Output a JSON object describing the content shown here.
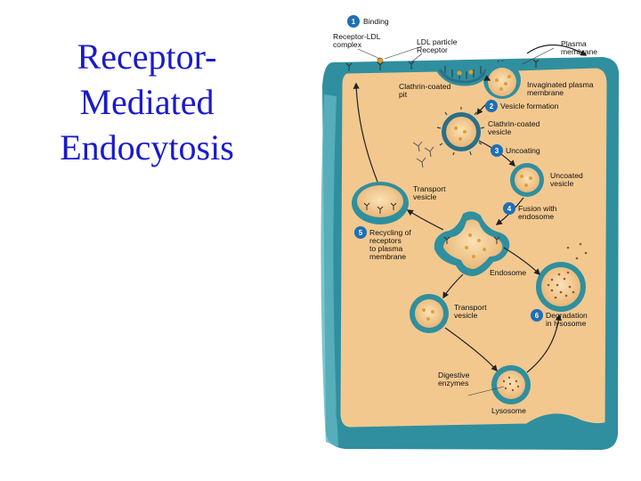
{
  "title": {
    "line1": "Receptor-",
    "line2": "Mediated",
    "line3": "Endocytosis"
  },
  "colors": {
    "title_text": "#1a1acc",
    "membrane_teal": "#2f8f9e",
    "cytoplasm": "#f2c88f",
    "step_badge": "#1f6fb5",
    "ldl_particle": "#d9a23a",
    "lysosome_dots": "#a0522d"
  },
  "steps": [
    {
      "num": "1",
      "label": "Binding"
    },
    {
      "num": "2",
      "label": "Vesicle formation"
    },
    {
      "num": "3",
      "label": "Uncoating"
    },
    {
      "num": "4",
      "label": "Fusion with",
      "label2": "endosome"
    },
    {
      "num": "5",
      "label": "Recycling of",
      "label2": "receptors",
      "label3": "to plasma",
      "label4": "membrane"
    },
    {
      "num": "6",
      "label": "Degradation",
      "label2": "in lysosome"
    }
  ],
  "labels": {
    "receptor_ldl": "Receptor-LDL",
    "complex": "complex",
    "ldl_particle": "LDL particle",
    "receptor": "Receptor",
    "plasma": "Plasma",
    "membrane": "membrane",
    "invaginated_1": "Invaginated plasma",
    "invaginated_2": "membrane",
    "clathrin_pit_1": "Clathrin-coated",
    "clathrin_pit_2": "pit",
    "clathrin_vesicle_1": "Clathrin-coated",
    "clathrin_vesicle_2": "vesicle",
    "uncoated_1": "Uncoated",
    "uncoated_2": "vesicle",
    "transport_1a": "Transport",
    "transport_1b": "vesicle",
    "endosome": "Endosome",
    "transport_2a": "Transport",
    "transport_2b": "vesicle",
    "digestive_1": "Digestive",
    "digestive_2": "enzymes",
    "lysosome": "Lysosome"
  }
}
